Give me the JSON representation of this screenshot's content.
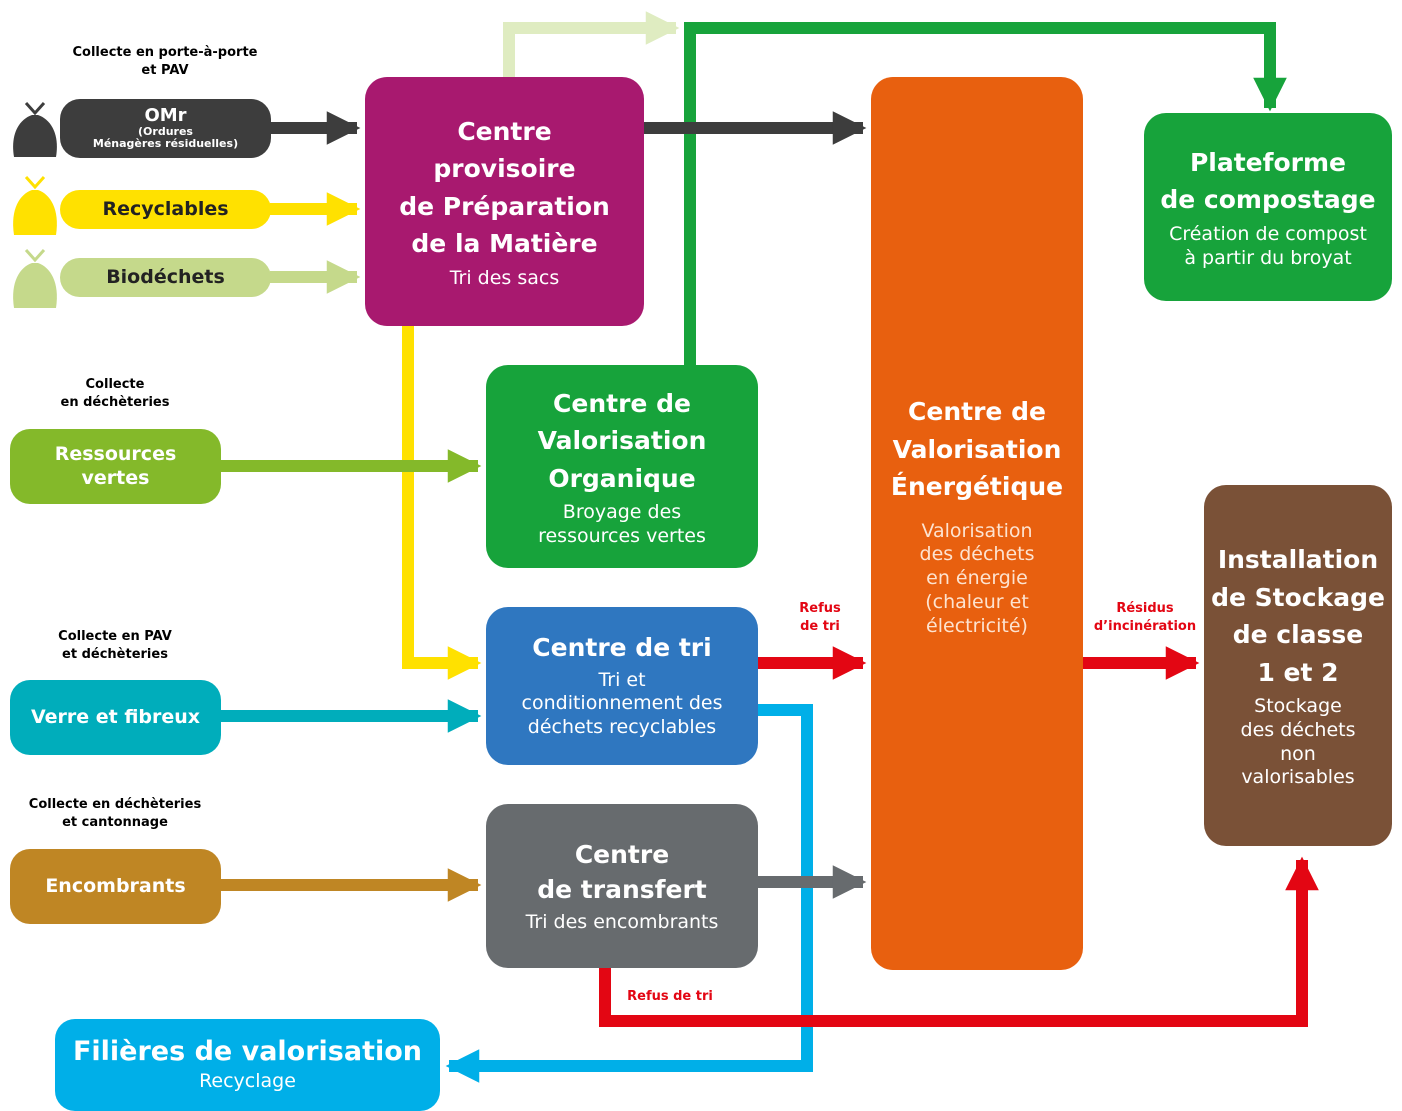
{
  "colors": {
    "dark": "#3d3d3d",
    "yellow": "#ffe100",
    "lightgreen": "#c5d98b",
    "purple": "#a8196f",
    "green": "#17a33b",
    "lime": "#84b92a",
    "blue": "#2f77c0",
    "teal": "#00adbb",
    "gray": "#676b6e",
    "brown": "#bf8624",
    "orange": "#e8600f",
    "darkbrown": "#7a5137",
    "sky": "#00afe8",
    "red": "#e30613",
    "palegreen": "#dfecc1"
  },
  "sources": {
    "porte_a_porte_label": "Collecte en porte-à-porte\net PAV",
    "omr_title": "OMr",
    "omr_sub": "(Ordures\nMénagères résiduelles)",
    "recyclables": "Recyclables",
    "biodechets": "Biodéchets",
    "decheteries_label": "Collecte\nen déchèteries",
    "ressources_vertes": "Ressources\nvertes",
    "pav_label": "Collecte en PAV\net déchèteries",
    "verre": "Verre et fibreux",
    "cantonnage_label": "Collecte en déchèteries\net cantonnage",
    "encombrants": "Encombrants"
  },
  "nodes": {
    "cppm": {
      "title": "Centre\nprovisoire\nde Préparation\nde la Matière",
      "sub": "Tri des sacs"
    },
    "cvo": {
      "title": "Centre de\nValorisation\nOrganique",
      "sub": "Broyage des\nressources vertes"
    },
    "cdt": {
      "title": "Centre de tri",
      "sub": "Tri et\nconditionnement des\ndéchets recyclables"
    },
    "transfert": {
      "title": "Centre\nde transfert",
      "sub": "Tri des encombrants"
    },
    "cve": {
      "title": "Centre de\nValorisation\nÉnergétique",
      "sub": "Valorisation\ndes déchets\nen énergie\n(chaleur et\nélectricité)"
    },
    "compost": {
      "title": "Plateforme\nde compostage",
      "sub": "Création de compost\nà partir du broyat"
    },
    "isdnd": {
      "title": "Installation\nde Stockage\nde classe\n1 et 2",
      "sub": "Stockage\ndes déchets\nnon\nvalorisables"
    },
    "filieres": {
      "title": "Filières de valorisation",
      "sub": "Recyclage"
    }
  },
  "edge_labels": {
    "refus_tri_1": "Refus\nde tri",
    "residus": "Résidus\nd’incinération",
    "refus_tri_2": "Refus de tri"
  }
}
